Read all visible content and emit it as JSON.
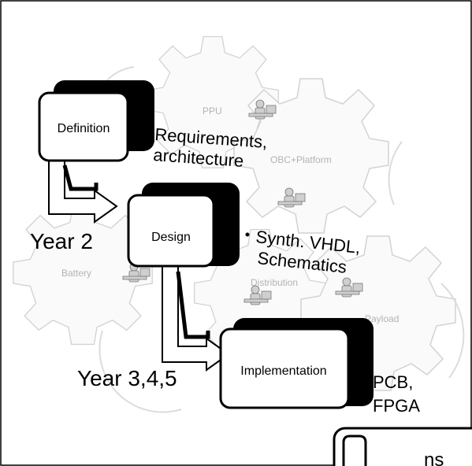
{
  "gears": {
    "ppu": "PPU",
    "obc": "OBC+Platform",
    "battery": "Battery",
    "distribution": "Distribution",
    "payload": "Payload"
  },
  "stages": {
    "definition": "Definition",
    "design": "Design",
    "implementation": "Implementation"
  },
  "notes": {
    "req_line1": "Requirements,",
    "req_line2": "architecture",
    "synth_line1": "Synth. VHDL,",
    "synth_line2": "Schematics",
    "pcb_line1": "PCB,",
    "pcb_line2": "FPGA"
  },
  "years": {
    "year2": "Year 2",
    "year345": "Year 3,4,5"
  },
  "footer_fragment": "ns"
}
